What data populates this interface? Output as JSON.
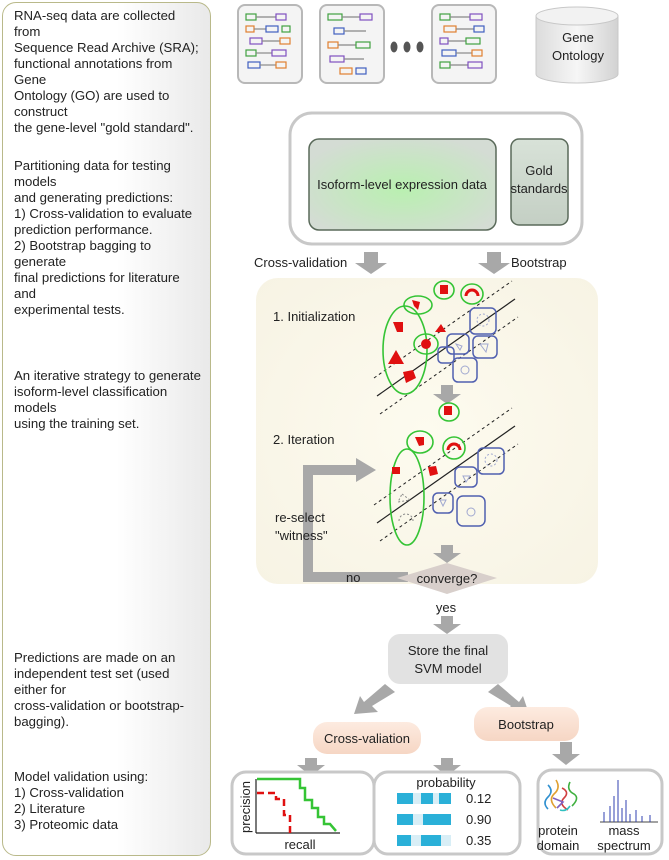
{
  "descriptions": {
    "step1": "RNA-seq data are collected from\nSequence Read Archive (SRA);\nfunctional annotations from Gene\nOntology (GO) are used to construct\nthe gene-level \"gold standard\".",
    "step2": "Partitioning data for testing models\nand generating predictions:\n1) Cross-validation to evaluate\nprediction performance.\n2) Bootstrap bagging to generate\nfinal predictions for literature and\nexperimental tests.",
    "step3": "An iterative strategy to generate\nisoform-level classification models\nusing the training set.",
    "step4": "Predictions are made on an\nindependent test set (used either for\ncross-validation or bootstrap-\nbagging).",
    "step5": "Model validation using:\n1) Cross-validation\n2) Literature\n3) Proteomic data"
  },
  "database": {
    "line1": "Gene",
    "line2": "Ontology"
  },
  "data_box": {
    "expression": "Isoform-level expression data",
    "gold_line1": "Gold",
    "gold_line2": "standards"
  },
  "split": {
    "cross_validation": "Cross-validation",
    "bootstrap": "Bootstrap"
  },
  "iteration": {
    "init": "1. Initialization",
    "iter": "2. Iteration",
    "reselect_line1": "re-select",
    "reselect_line2": "\"witness\"",
    "no": "no",
    "converge": "converge?",
    "yes": "yes"
  },
  "final_model": {
    "line1": "Store the final",
    "line2": "SVM model"
  },
  "branches": {
    "cross": "Cross-valiation",
    "bootstrap": "Bootstrap"
  },
  "results": {
    "pr_ylabel": "precision",
    "pr_xlabel": "recall",
    "prob_header": "probability",
    "probs": [
      "0.12",
      "0.90",
      "0.35"
    ],
    "protein_line1": "protein",
    "protein_line2": "domain",
    "mass_line1": "mass",
    "mass_line2": "spectrum"
  },
  "colors": {
    "green": "#35c435",
    "red": "#e01010",
    "blue": "#5060b0",
    "cyan": "#2ab0d8",
    "arrow_gray": "#a0a0a0"
  }
}
